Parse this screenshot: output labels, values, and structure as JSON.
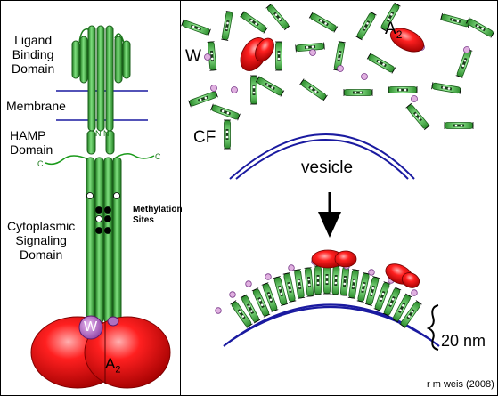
{
  "left_panel": {
    "labels": {
      "ligand_binding": "Ligand\nBinding\nDomain",
      "membrane": "Membrane",
      "hamp": "HAMP\nDomain",
      "cytoplasmic": "Cytoplasmic\nSignaling\nDomain",
      "methylation": "Methylation\nSites",
      "n_left": "N",
      "n_right": "N",
      "c_left": "C",
      "c_right": "C",
      "w": "W",
      "a2_base": "A",
      "a2_sub": "2"
    }
  },
  "right_panel": {
    "labels": {
      "w": "W",
      "a2_base": "A",
      "a2_sub": "2",
      "cf": "CF",
      "vesicle": "vesicle",
      "size": "20 nm",
      "credit": "r m weis (2008)"
    }
  },
  "colors": {
    "receptor_green": "#3aa63a",
    "receptor_light": "#8fe08f",
    "membrane_blue": "#1a1aa0",
    "kinase_red": "#e01010",
    "cheW_purple": "#b060c0",
    "lipid_pink": "#e0b0e0"
  }
}
